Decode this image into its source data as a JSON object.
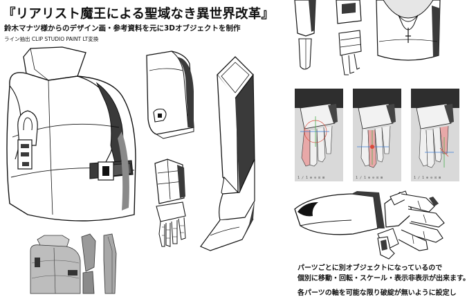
{
  "header": {
    "title": "『リアリスト魔王による聖域なき異世界改革』",
    "subtitle": "鈴木マナツ様からのデザイン画・参考資料を元に3Dオブジェクトを制作",
    "credit": "ライン抽出 CLIP STUDIO PAINT LT変換"
  },
  "notes": {
    "line1": "パーツごとに別オブジェクトになっているので",
    "line2": "個別に移動・回転・スケール・表示非表示が出来ます。",
    "line3": "各パーツの軸を可能な限り破綻が無いように設定し"
  },
  "screenshots": [
    {
      "status": "1 ∕ 1 ⊕ ⊖ ⊡ ⊞"
    },
    {
      "status": "1 ∕ 1 ⊕ ⊖ ⊡ ⊞"
    },
    {
      "status": "1 ∕ 1 ⊕ ⊖ ⊡ ⊞"
    }
  ],
  "colors": {
    "line": "#111111",
    "shade": "#3a3a3a",
    "mid": "#8a8a8a",
    "light": "#e6e6e6",
    "skin": "#e8a8a8",
    "viewport": "#d9d9d9"
  }
}
